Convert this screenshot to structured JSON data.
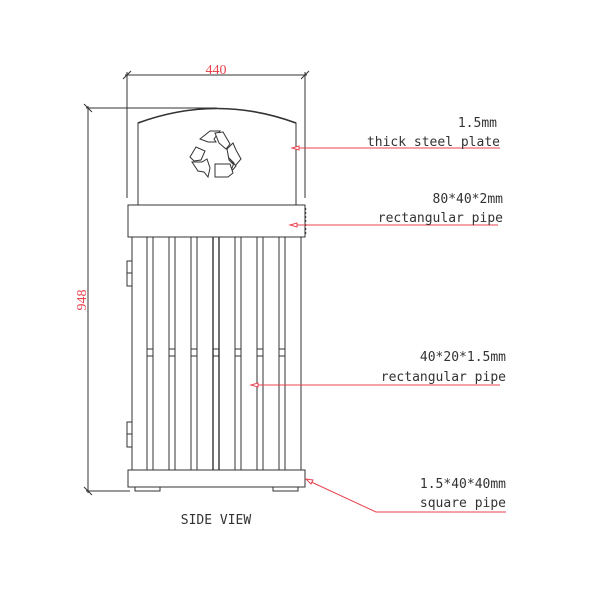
{
  "drawing": {
    "view_label": "SIDE VIEW",
    "dimensions": {
      "width": "440",
      "height": "948"
    },
    "callouts": [
      {
        "spec": "1.5mm",
        "description": "thick steel plate"
      },
      {
        "spec": "80*40*2mm",
        "description": "rectangular pipe"
      },
      {
        "spec": "40*20*1.5mm",
        "description": "rectangular pipe"
      },
      {
        "spec": "1.5*40*40mm",
        "description": "square pipe"
      }
    ],
    "icons": {
      "panel_symbol": "recycle-icon"
    },
    "colors": {
      "line": "#333333",
      "leader": "#e8434f",
      "dimension_text": "#e8434f",
      "background": "#ffffff"
    }
  }
}
